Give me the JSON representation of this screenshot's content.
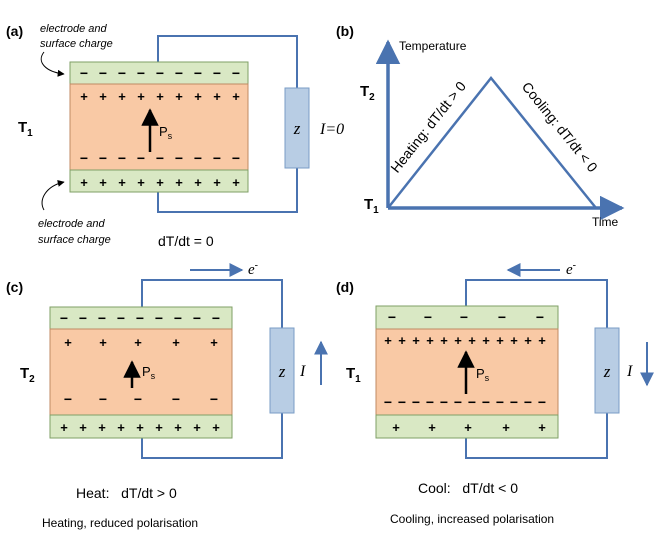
{
  "colors": {
    "electrode_fill": "#d9e8c4",
    "electrode_stroke": "#7f9f66",
    "crystal_fill": "#f9c9a5",
    "crystal_stroke": "#c08a63",
    "wire": "#4a73b0",
    "resistor_fill": "#b8cde4",
    "resistor_stroke": "#7a9cc6",
    "triangle": "#4a73b0",
    "text": "#000000"
  },
  "panel_a": {
    "tag": "(a)",
    "electrode_note_top_1": "electrode and",
    "electrode_note_top_2": "surface charge",
    "electrode_note_bottom_1": "electrode and",
    "electrode_note_bottom_2": "surface charge",
    "temp_main": "T",
    "temp_sub": "1",
    "resistor": "z",
    "current": "I=0",
    "ps_main": "P",
    "ps_sub": "s",
    "condition": "dT/dt = 0"
  },
  "panel_b": {
    "tag": "(b)",
    "y_axis_label": "Temperature",
    "x_axis_label": "Time",
    "t_high_main": "T",
    "t_high_sub": "2",
    "t_low_main": "T",
    "t_low_sub": "1",
    "heating_label": "Heating: dT/dt > 0",
    "cooling_label": "Cooling: dT/dt < 0"
  },
  "panel_c": {
    "tag": "(c)",
    "electron_main": "e",
    "electron_sup": "-",
    "temp_main": "T",
    "temp_sub": "2",
    "resistor": "z",
    "current": "I",
    "ps_main": "P",
    "ps_sub": "s",
    "condition": "Heat:   dT/dt > 0",
    "caption": "Heating, reduced polarisation"
  },
  "panel_d": {
    "tag": "(d)",
    "electron_main": "e",
    "electron_sup": "-",
    "temp_main": "T",
    "temp_sub": "1",
    "resistor": "z",
    "current": "I",
    "ps_main": "P",
    "ps_sub": "s",
    "condition": "Cool:   dT/dt < 0",
    "caption": "Cooling, increased polarisation"
  }
}
